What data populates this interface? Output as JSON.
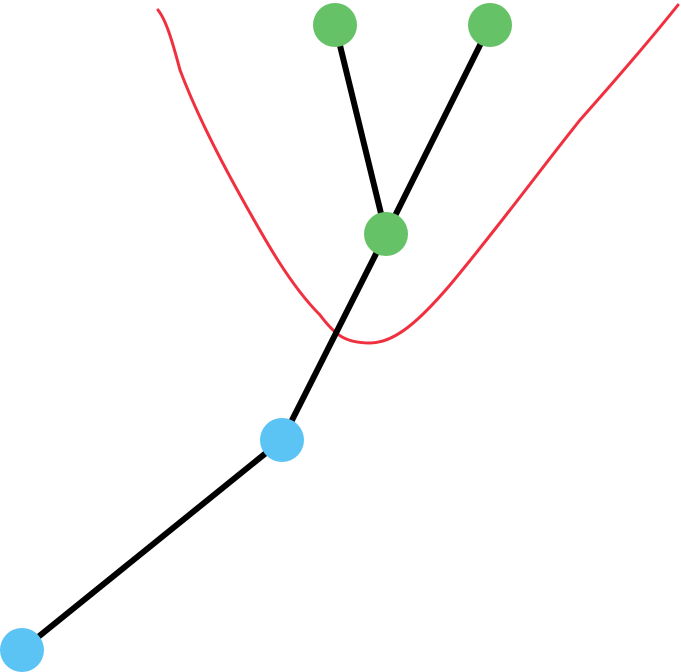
{
  "diagram": {
    "type": "tree",
    "colors": {
      "edge": "#000000",
      "cut_curve": "#f0303f",
      "node_above_curve": "#66c266",
      "node_below_curve": "#5bc4f5",
      "background": "#ffffff"
    },
    "nodes": [
      {
        "id": "top-left",
        "group": "above"
      },
      {
        "id": "top-right",
        "group": "above"
      },
      {
        "id": "middle",
        "group": "above"
      },
      {
        "id": "lower",
        "group": "below"
      },
      {
        "id": "root",
        "group": "below"
      }
    ],
    "edges": [
      [
        "top-left",
        "middle"
      ],
      [
        "top-right",
        "middle"
      ],
      [
        "middle",
        "lower"
      ],
      [
        "lower",
        "root"
      ]
    ]
  }
}
